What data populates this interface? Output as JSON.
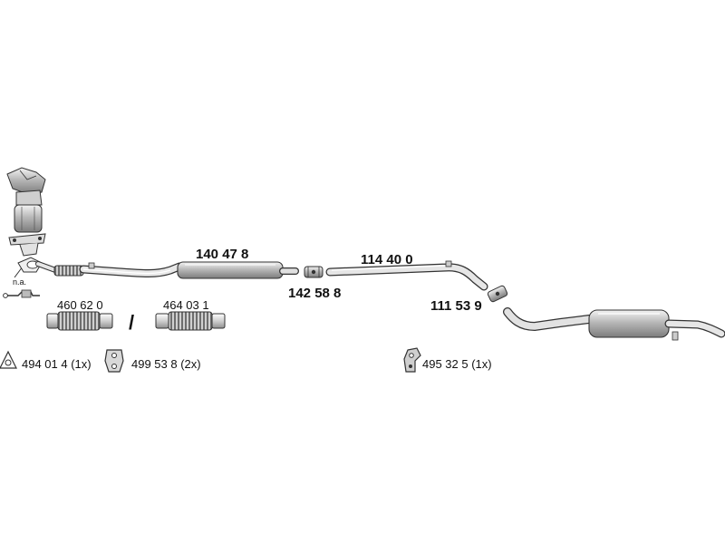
{
  "parts": {
    "front_pipe_muffler": "140 47 8",
    "clamp_1": "142 58 8",
    "middle_pipe": "114 40 0",
    "clamp_2": "111 53 9",
    "flex_pipe_a": "460 62 0",
    "flex_pipe_b": "464 03 1",
    "separator": "/",
    "na_note": "n.a."
  },
  "accessories": {
    "gasket": "494 01 4 (1x)",
    "rubber_mount": "499 53 8 (2x)",
    "bracket": "495 32 5 (1x)"
  },
  "colors": {
    "stroke": "#333333",
    "fill_light": "#e6e6e6",
    "fill_mid": "#bdbdbd",
    "fill_dark": "#8a8a8a"
  }
}
